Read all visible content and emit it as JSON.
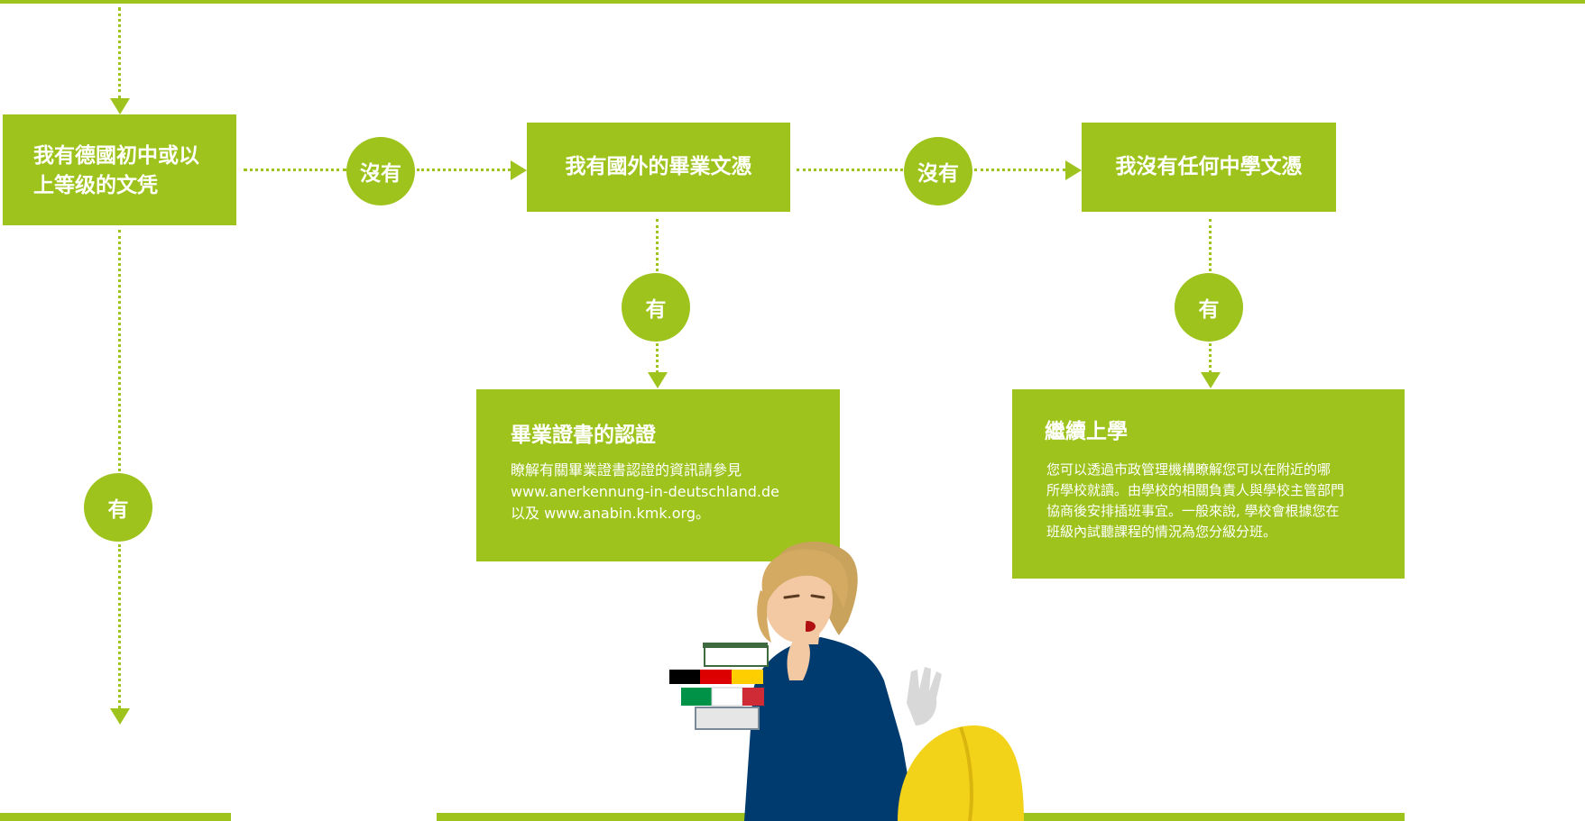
{
  "colors": {
    "accent": "#9ec31c",
    "text_on_accent": "#ffffff"
  },
  "boxes": {
    "german_cert": "我有德國初中或以上等级的文凭",
    "foreign_cert": "我有國外的畢業文憑",
    "no_cert": "我沒有任何中學文憑"
  },
  "labels": {
    "no": "沒有",
    "yes": "有"
  },
  "recognition": {
    "title": "畢業證書的認證",
    "line1": "瞭解有關畢業證書認證的資訊請參見",
    "line2": "www.anerkennung-in-deutschland.de",
    "line3": "以及 www.anabin.kmk.org。"
  },
  "continue_school": {
    "title": "繼續上學",
    "line1": "您可以透過市政管理機構瞭解您可以在附近的哪",
    "line2": "所學校就讀。由學校的相關負責人與學校主管部門",
    "line3": "協商後安排插班事宜。一般來說, 學校會根據您在",
    "line4": "班級內試聽課程的情況為您分級分班。"
  },
  "illustration": {
    "name": "teacher-with-books-and-helmet",
    "flag_colors": [
      "#000000",
      "#dd0000",
      "#ffce00",
      "#009246",
      "#ffffff",
      "#ce2b37"
    ]
  }
}
